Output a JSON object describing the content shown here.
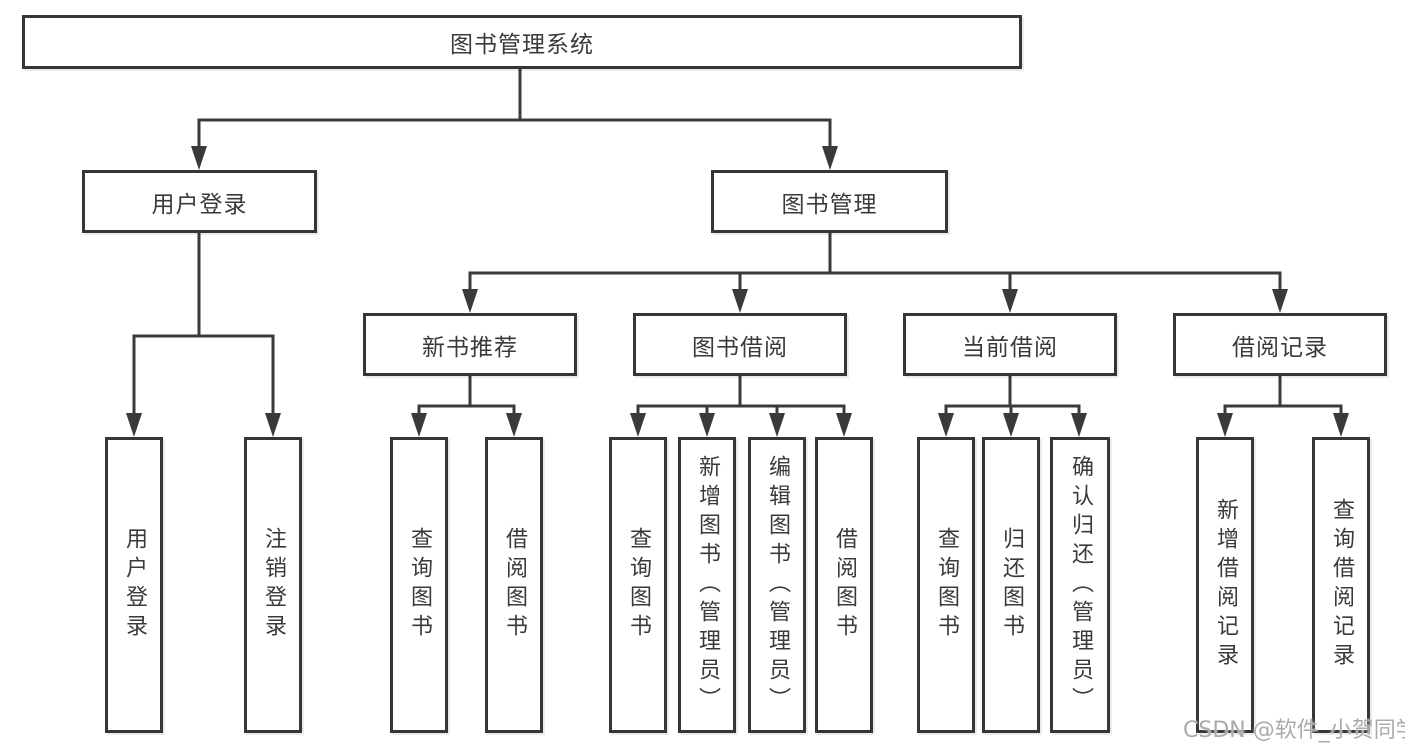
{
  "tree": {
    "label": "图书管理系统",
    "children": [
      {
        "label": "用户登录",
        "children": [
          {
            "label": "用户登录"
          },
          {
            "label": "注销登录"
          }
        ]
      },
      {
        "label": "图书管理",
        "children": [
          {
            "label": "新书推荐",
            "children": [
              {
                "label": "查询图书"
              },
              {
                "label": "借阅图书"
              }
            ]
          },
          {
            "label": "图书借阅",
            "children": [
              {
                "label": "查询图书"
              },
              {
                "label": "新增图书（管理员）"
              },
              {
                "label": "编辑图书（管理员）"
              },
              {
                "label": "借阅图书"
              }
            ]
          },
          {
            "label": "当前借阅",
            "children": [
              {
                "label": "查询图书"
              },
              {
                "label": "归还图书"
              },
              {
                "label": "确认归还（管理员）"
              }
            ]
          },
          {
            "label": "借阅记录",
            "children": [
              {
                "label": "新增借阅记录"
              },
              {
                "label": "查询借阅记录"
              }
            ]
          }
        ]
      }
    ]
  },
  "watermark": {
    "text": "CSDN @软件_小贺同学"
  },
  "colors": {
    "line": "#3a3a3a",
    "border": "#363636",
    "text": "#3a3a3a",
    "watermark": "#ababab",
    "background": "#ffffff"
  }
}
